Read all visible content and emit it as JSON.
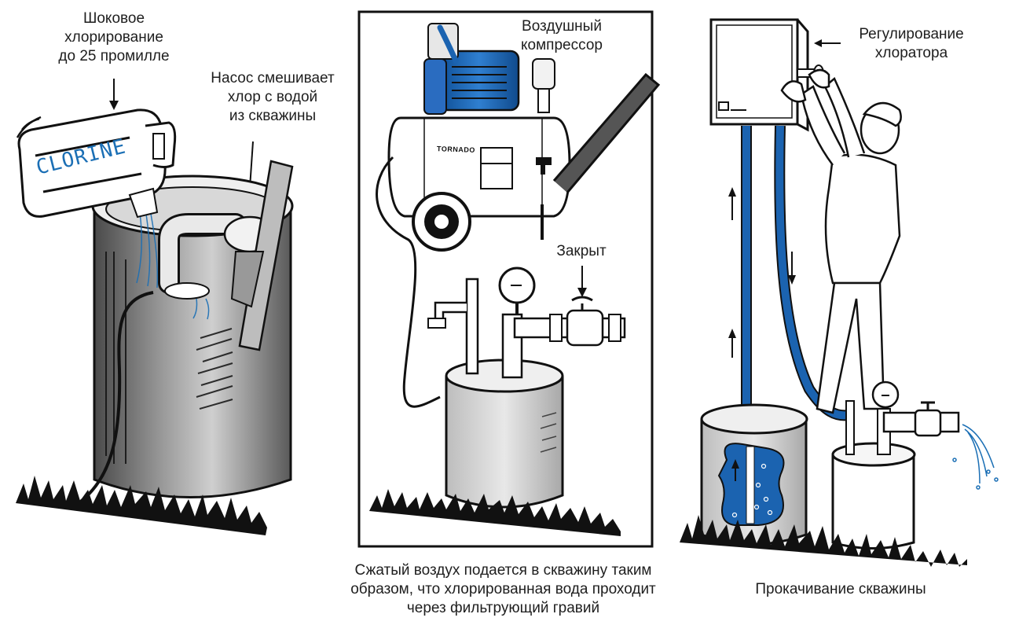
{
  "panels": {
    "left": {
      "title": "Шоковое хлорирование до 25 промилле",
      "title_lines": [
        "Шоковое",
        "хлорирование",
        "до 25 промилле"
      ],
      "pump_note_lines": [
        "Насос смешивает",
        "хлор с водой",
        "из скважины"
      ],
      "jug_label": "CLORINE"
    },
    "middle": {
      "compressor_lines": [
        "Воздушный",
        "компрессор"
      ],
      "compressor_brand": "TORNADO",
      "valve_label": "Закрыт",
      "caption_lines": [
        "Сжатый воздух подается в скважину таким",
        "образом, что хлорированная вода проходит",
        "через фильтрующий гравий"
      ]
    },
    "right": {
      "chlorinator_lines": [
        "Регулирование",
        "хлоратора"
      ],
      "caption": "Прокачивание скважины"
    }
  },
  "colors": {
    "accent_blue": "#1b63b0",
    "ink": "#111111",
    "well_gray": "#8a8a8a"
  }
}
